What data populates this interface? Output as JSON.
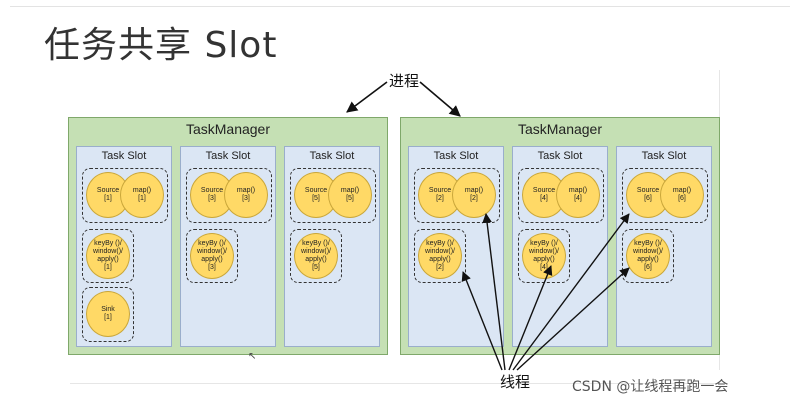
{
  "title": "任务共享 Slot",
  "process_label": "进程",
  "thread_label": "线程",
  "watermark": "CSDN @让线程再跑一会",
  "task_managers": [
    {
      "title": "TaskManager",
      "slots": [
        {
          "title": "Task Slot",
          "source": "Source\n[1]",
          "map": "map()\n[1]",
          "keyby": "keyBy ()/\nwindow()/\napply()\n[1]",
          "sink": "Sink\n[1]"
        },
        {
          "title": "Task Slot",
          "source": "Source\n[3]",
          "map": "map()\n[3]",
          "keyby": "keyBy ()/\nwindow()/\napply()\n[3]"
        },
        {
          "title": "Task Slot",
          "source": "Source\n[5]",
          "map": "map()\n[5]",
          "keyby": "keyBy ()/\nwindow()/\napply()\n[5]"
        }
      ]
    },
    {
      "title": "TaskManager",
      "slots": [
        {
          "title": "Task Slot",
          "source": "Source\n[2]",
          "map": "map()\n[2]",
          "keyby": "keyBy ()/\nwindow()/\napply()\n[2]"
        },
        {
          "title": "Task Slot",
          "source": "Source\n[4]",
          "map": "map()\n[4]",
          "keyby": "keyBy ()/\nwindow()/\napply()\n[4]"
        },
        {
          "title": "Task Slot",
          "source": "Source\n[6]",
          "map": "map()\n[6]",
          "keyby": "keyBy ()/\nwindow()/\napply()\n[6]"
        }
      ]
    }
  ],
  "colors": {
    "task_manager_fill": "#c5e0b4",
    "slot_fill": "#dbe6f4",
    "operator_fill": "#ffd966"
  }
}
